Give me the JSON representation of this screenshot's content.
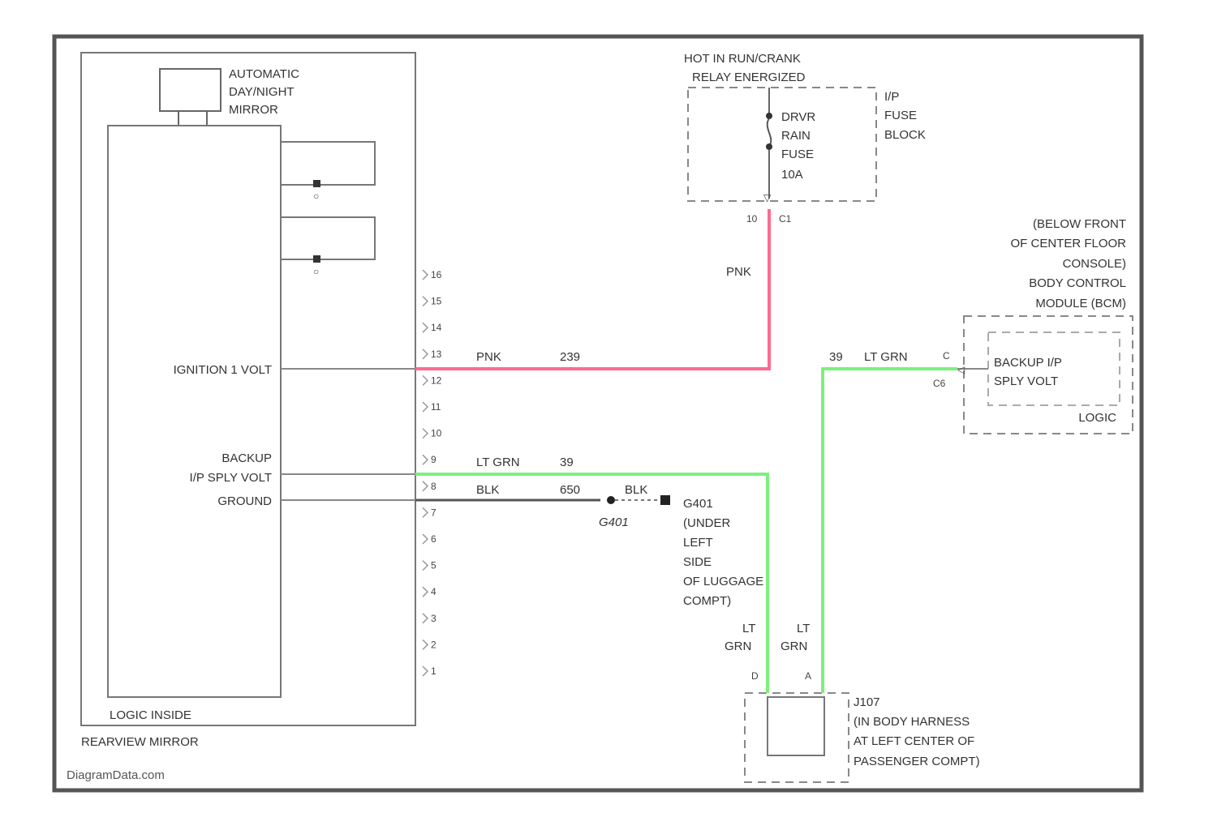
{
  "components": {
    "mirror_label": [
      "AUTOMATIC",
      "DAY/NIGHT",
      "MIRROR"
    ],
    "rearview_subtitle": "LOGIC INSIDE",
    "rearview_title": "REARVIEW MIRROR",
    "fuse_header": [
      "HOT IN RUN/CRANK",
      "RELAY ENERGIZED"
    ],
    "fuse_name": [
      "DRVR",
      "RAIN",
      "FUSE",
      "10A"
    ],
    "fuse_block": [
      "I/P",
      "FUSE",
      "BLOCK"
    ],
    "fuse_pins": [
      "10",
      "C1"
    ],
    "bcm_header": [
      "(BELOW FRONT",
      "OF CENTER FLOOR",
      "CONSOLE)",
      "BODY CONTROL",
      "MODULE (BCM)"
    ],
    "bcm_signal": [
      "BACKUP I/P",
      "SPLY VOLT"
    ],
    "bcm_logic": "LOGIC",
    "bcm_pins": [
      "C",
      "C6"
    ],
    "ground_label": [
      "G401",
      "(UNDER",
      "LEFT",
      "SIDE",
      "OF LUGGAGE",
      "COMPT)"
    ],
    "splice_pins": [
      "D",
      "A"
    ],
    "splice_label": [
      "J107",
      "(IN BODY HARNESS",
      "AT LEFT CENTER OF",
      "PASSENGER COMPT)"
    ]
  },
  "signals": {
    "ignition": "IGNITION 1 VOLT",
    "backup": [
      "BACKUP",
      "I/P SPLY VOLT"
    ],
    "ground": "GROUND"
  },
  "connector_pins": [
    "16",
    "15",
    "14",
    "13",
    "12",
    "11",
    "10",
    "9",
    "8",
    "7",
    "6",
    "5",
    "4",
    "3",
    "2",
    "1"
  ],
  "wires": {
    "pnk_color": "PNK",
    "pnk_circuit": "239",
    "lt_grn_color": "LT GRN",
    "lt_grn_circuit": "39",
    "blk_color": "BLK",
    "blk_circuit": "650",
    "ground_node": "G401",
    "vertical_lt": "LT",
    "vertical_grn": "GRN",
    "bcm_wire_circuit": "39",
    "bcm_wire_color": "LT GRN",
    "pnk_vertical": "PNK"
  },
  "watermark": "DiagramData.com",
  "colors": {
    "pnk": "#ff6b8e",
    "lt_grn": "#7cf07c",
    "blk": "#444444",
    "frame": "#555555"
  }
}
